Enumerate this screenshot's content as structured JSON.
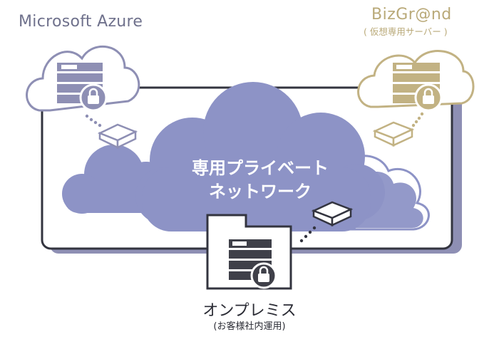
{
  "labels": {
    "azure": "Microsoft Azure",
    "bizgrand": "BizGr@nd",
    "bizgrand_sub": "( 仮想専用サーバー )",
    "private_network_line1": "専用プライベート",
    "private_network_line2": "ネットワーク",
    "onprem": "オンプレミス",
    "onprem_sub": "(お客様社内運用)"
  },
  "colors": {
    "azure": "#8e8fb4",
    "bizgrand": "#c2b283",
    "network_cloud": "#8d93c6",
    "frame": "#33343f",
    "onprem": "#3f4049"
  },
  "icons": [
    "server-lock-icon",
    "router-icon",
    "cloud-icon"
  ]
}
